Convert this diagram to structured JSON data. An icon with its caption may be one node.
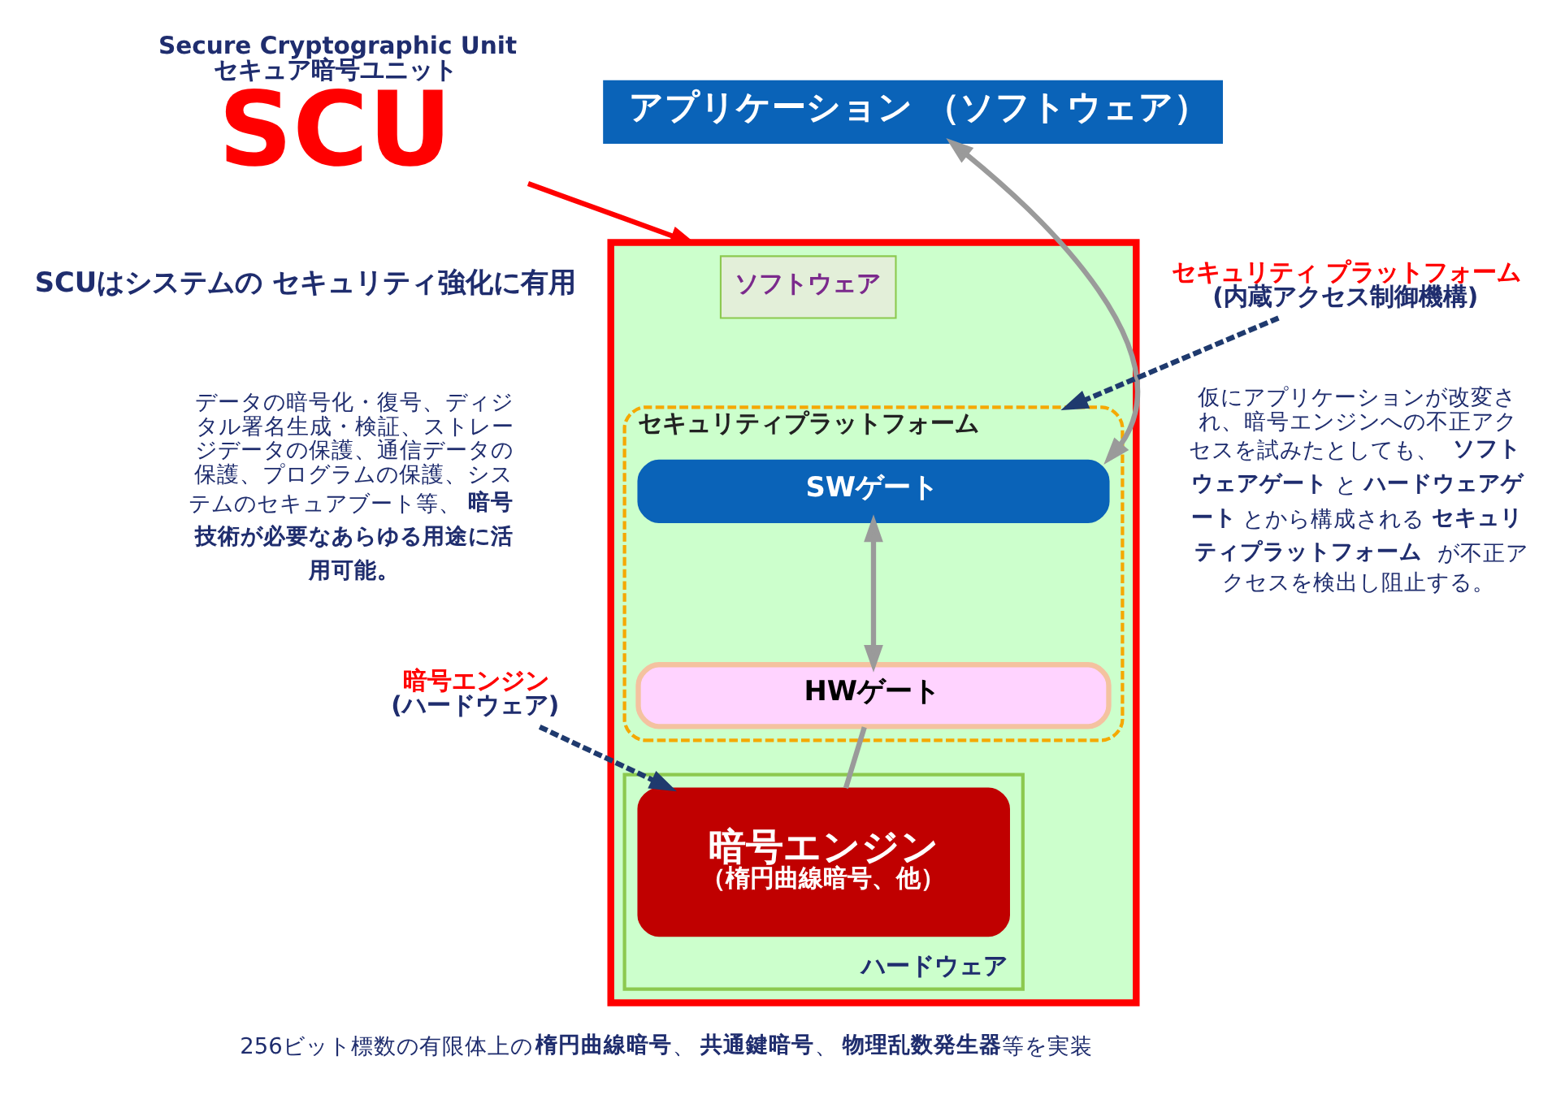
{
  "diagram": {
    "nodes": [
      {
        "text": [
          "Secure Cryptographic Unit",
          "セキュア暗号ユニット",
          "SCU"
        ]
      },
      {
        "text": [
          "アプリケーション （ソフトウェア）"
        ]
      },
      {
        "text": [],
        "shape": "box"
      },
      {
        "text": [
          "ソフトウェア"
        ],
        "in": 2
      },
      {
        "text": [
          "ハードウェア"
        ],
        "in": 2
      },
      {
        "text": [
          "セキュリティプラットフォーム"
        ],
        "in": 2
      },
      {
        "text": [
          "SWゲート"
        ],
        "in": 5
      },
      {
        "text": [
          "HWゲート"
        ],
        "in": 5
      },
      {
        "text": [
          "暗号エンジン",
          "（楕円曲線暗号、他）"
        ],
        "in": 4
      },
      {
        "text": [
          "セキュリティ プラットフォーム",
          "(内蔵アクセス制御機構)"
        ]
      },
      {
        "text": [
          "暗号エンジン",
          "(ハードウェア)"
        ]
      }
    ],
    "edges": [
      {
        "from": 0,
        "to": 2,
        "arrow": "to",
        "color": "#ff0000"
      },
      {
        "from": 1,
        "to": 6,
        "arrow": "both"
      },
      {
        "from": 6,
        "to": 7,
        "arrow": "both"
      },
      {
        "from": 7,
        "to": 8,
        "arrow": "none"
      },
      {
        "from": 9,
        "to": 5,
        "arrow": "to",
        "style": "dashed",
        "color": "#1f3a6e"
      },
      {
        "from": 10,
        "to": 8,
        "arrow": "to",
        "style": "dashed",
        "color": "#1f3a6e"
      }
    ],
    "labels": [
      "SCUはシステムの セキュリティ強化に有用",
      "データの暗号化・復号、ディジタル署名生成・検証、ストレージデータの保護、通信データの保護、プログラムの保護、システムのセキュアブート等、**暗号技術が必要なあらゆる用途に活用可能。**",
      "仮にアプリケーションが改変され、暗号エンジンへの不正アクセスを試みたとしても、**ソフトウェアゲート**と**ハードウェアゲート**とから構成される**セキュリティプラットフォーム**が不正アクセスを検出し阻止する。",
      "256ビット標数の有限体上の**楕円曲線暗号**、**共通鍵暗号**、**物理乱数発生器**等を実装"
    ]
  }
}
